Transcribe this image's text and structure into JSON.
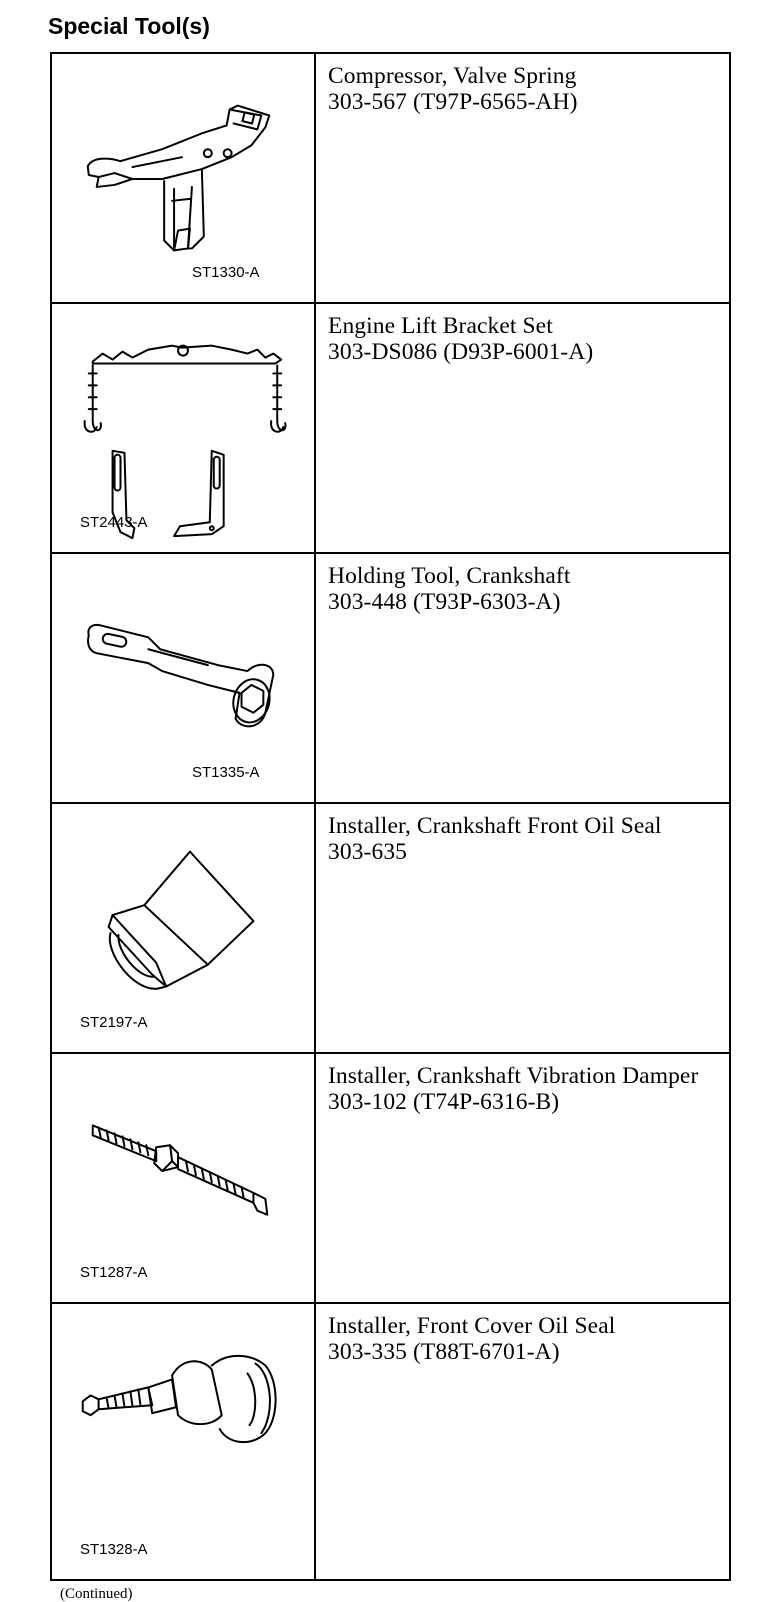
{
  "page": {
    "title": "Special Tool(s)",
    "footer": "(Continued)"
  },
  "tools": [
    {
      "figure_label": "ST1330-A",
      "name": "Compressor, Valve Spring",
      "code": "303-567 (T97P-6565-AH)",
      "icon": "valve-spring-compressor-icon"
    },
    {
      "figure_label": "ST2443-A",
      "name": "Engine Lift Bracket Set",
      "code": "303-DS086 (D93P-6001-A)",
      "icon": "engine-lift-bracket-icon"
    },
    {
      "figure_label": "ST1335-A",
      "name": "Holding Tool, Crankshaft",
      "code": "303-448 (T93P-6303-A)",
      "icon": "crankshaft-holding-tool-icon"
    },
    {
      "figure_label": "ST2197-A",
      "name": "Installer, Crankshaft Front Oil Seal",
      "code": "303-635",
      "icon": "oil-seal-installer-icon"
    },
    {
      "figure_label": "ST1287-A",
      "name": "Installer, Crankshaft Vibration Damper",
      "code": "303-102 (T74P-6316-B)",
      "icon": "vibration-damper-installer-icon"
    },
    {
      "figure_label": "ST1328-A",
      "name": "Installer, Front Cover Oil Seal",
      "code": "303-335 (T88T-6701-A)",
      "icon": "front-cover-seal-installer-icon"
    }
  ]
}
